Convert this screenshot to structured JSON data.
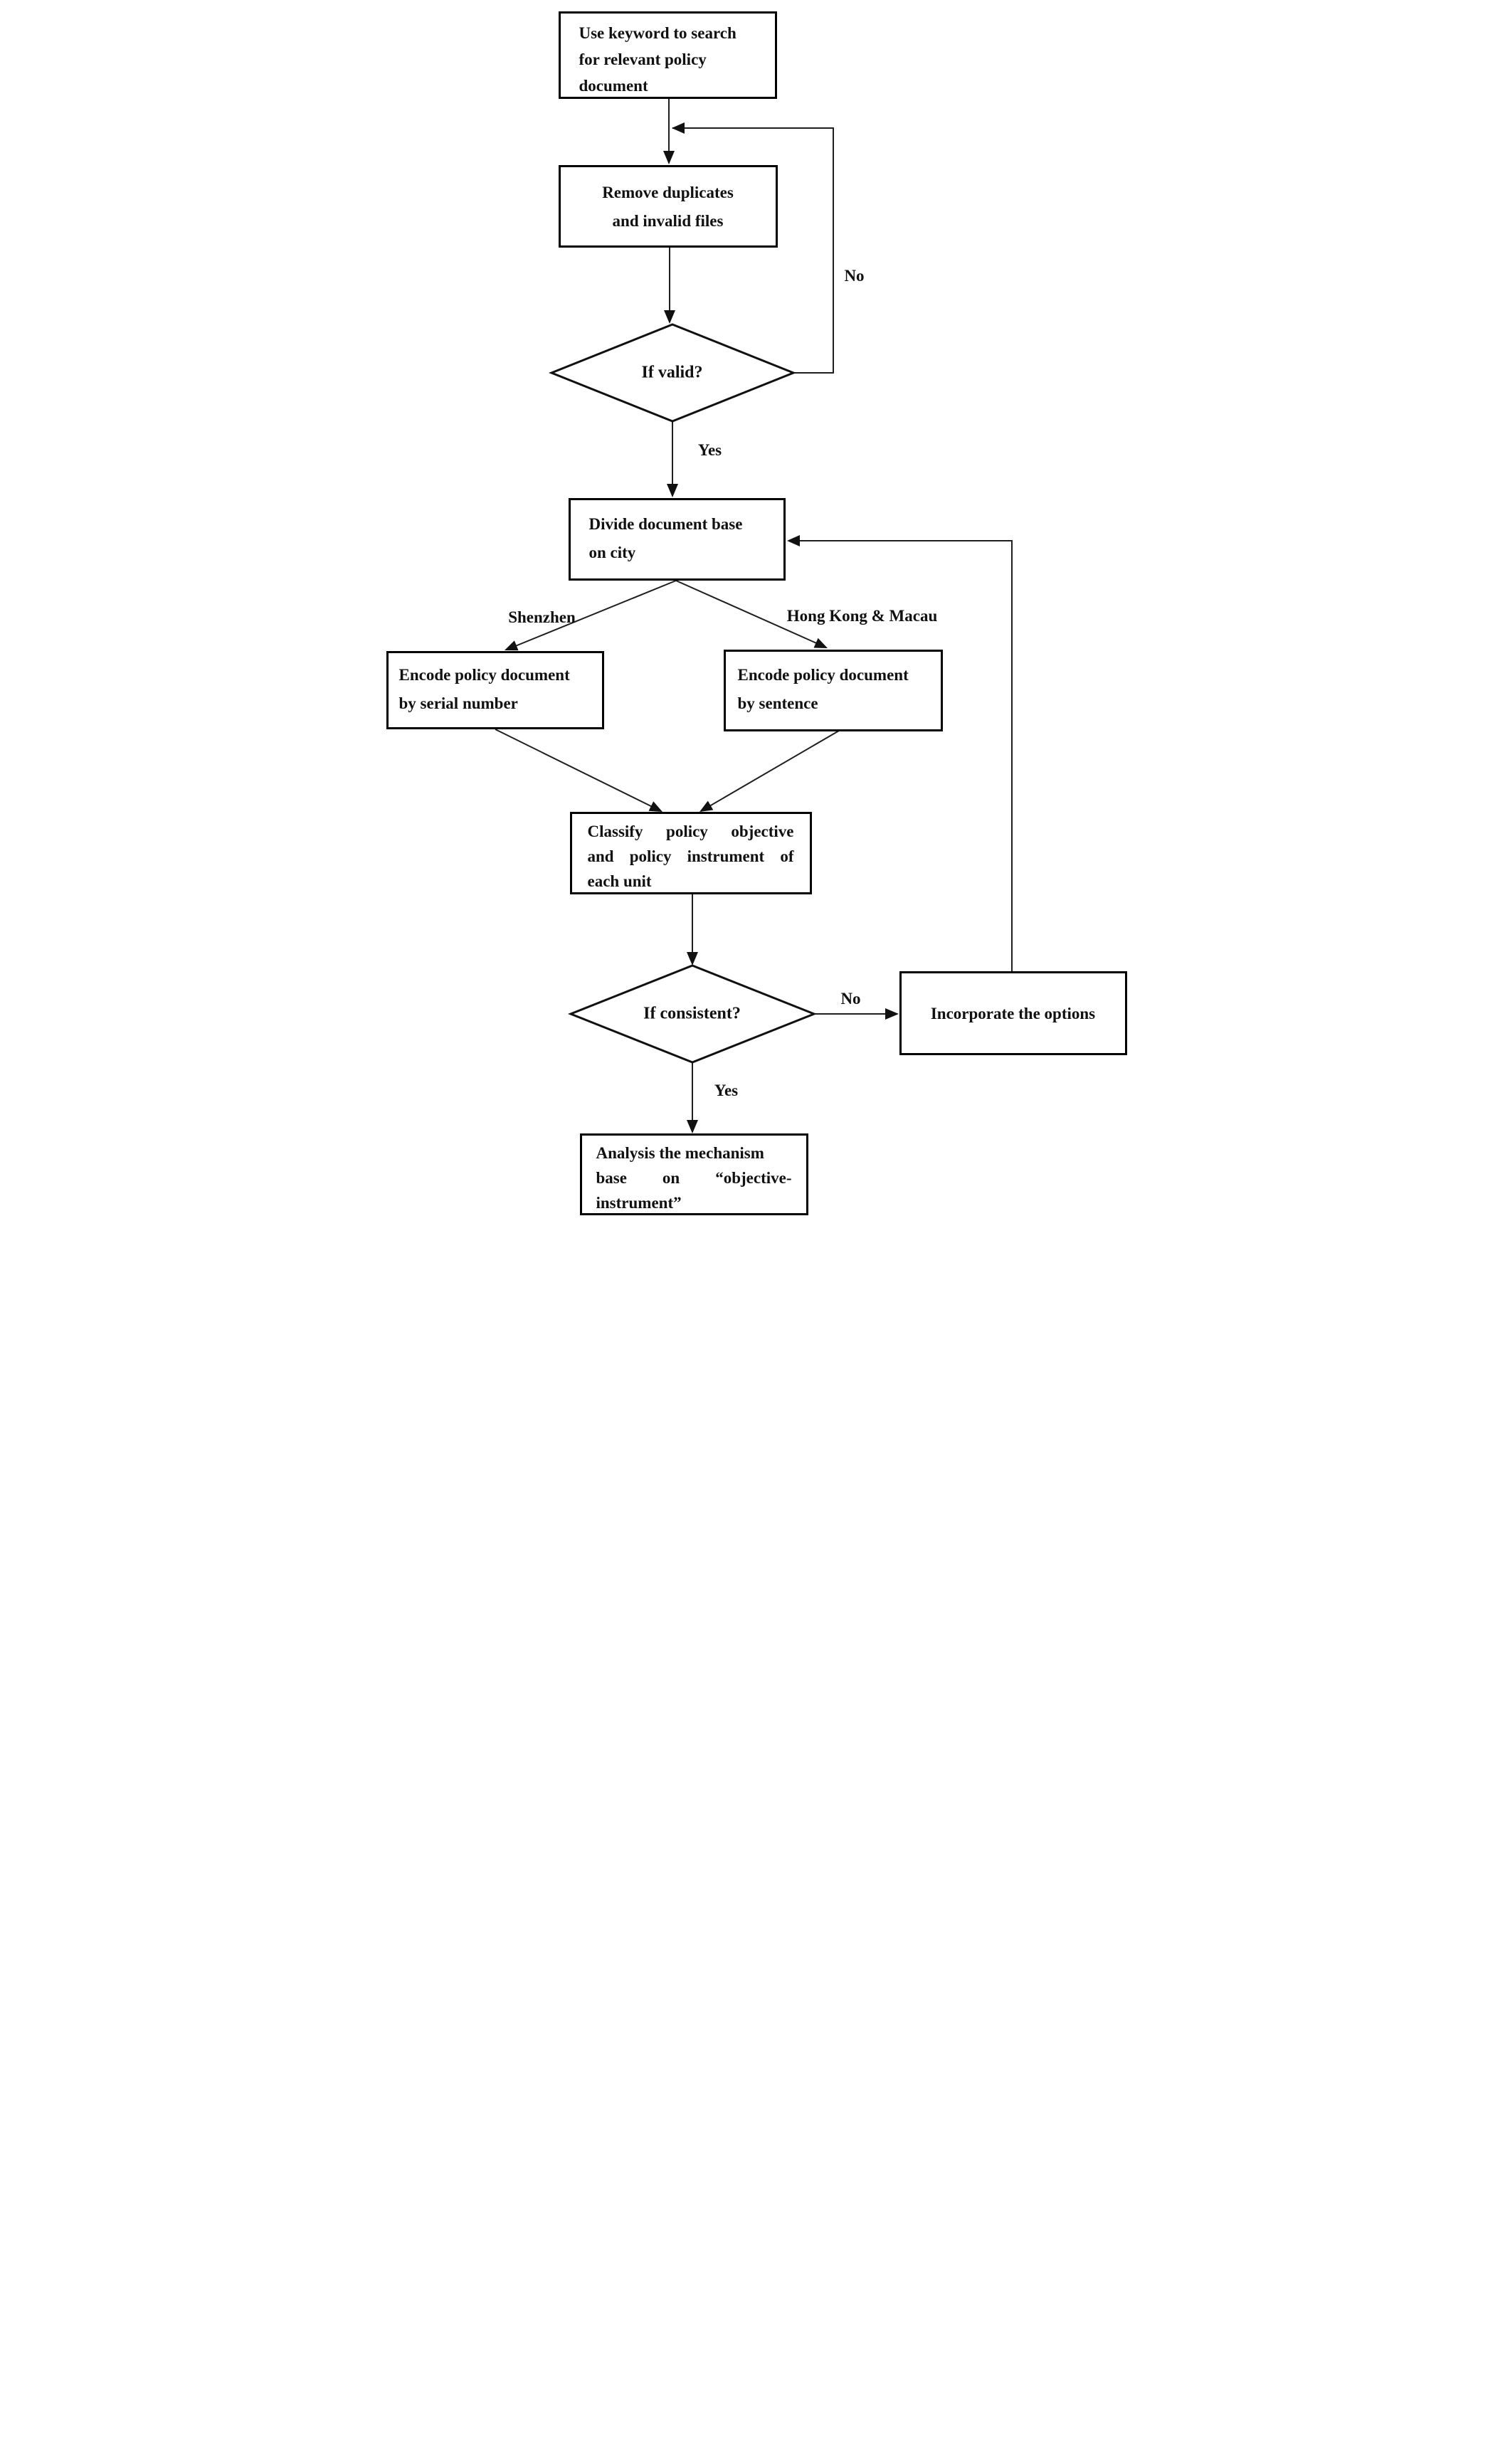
{
  "flowchart": {
    "nodes": {
      "search": {
        "lines": [
          "Use keyword to search",
          "for relevant policy",
          "document"
        ]
      },
      "dedupe": {
        "lines": [
          "Remove duplicates",
          "and invalid files"
        ]
      },
      "valid_check": {
        "label": "If valid?"
      },
      "divide": {
        "lines": [
          "Divide document base",
          "on city"
        ]
      },
      "encode_serial": {
        "lines": [
          "Encode policy document",
          "by serial number"
        ]
      },
      "encode_sentence": {
        "lines": [
          "Encode policy document",
          "by sentence"
        ]
      },
      "classify": {
        "lines": [
          "Classify policy objective",
          "and policy instrument of",
          "each unit"
        ]
      },
      "consistent_check": {
        "label": "If consistent?"
      },
      "incorporate": {
        "label": "Incorporate the options"
      },
      "analysis": {
        "lines": [
          "Analysis the mechanism",
          "base on “objective-",
          "instrument”"
        ]
      }
    },
    "edge_labels": {
      "no_valid": "No",
      "yes_valid": "Yes",
      "branch_shenzhen": "Shenzhen",
      "branch_hk_macau": "Hong Kong & Macau",
      "no_consistent": "No",
      "yes_consistent": "Yes"
    },
    "colors": {
      "line": "#1f1f1f",
      "text": "#111111",
      "background": "#ffffff"
    }
  }
}
